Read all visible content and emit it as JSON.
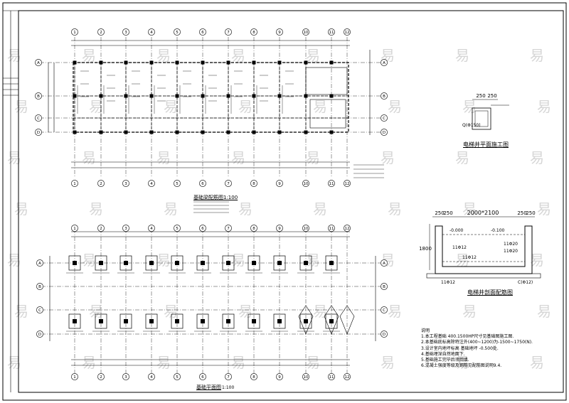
{
  "drawings": {
    "floor_plan": {
      "title": "基础梁配筋图1:100"
    },
    "foundation_plan": {
      "title": "基础平面图",
      "scale": "1:100"
    },
    "pit_plan": {
      "title": "电梯井平面施工图",
      "dims": [
        "250",
        "250"
      ],
      "labels": [
        "Q(Φ150)"
      ]
    },
    "pit_section": {
      "title": "电梯井剖面配筋图",
      "top_dims": [
        "250",
        "250",
        "2000*2100",
        "250",
        "250"
      ],
      "side_dims": [
        "1800"
      ],
      "labels": [
        "-0.000",
        "-0.100",
        "11Φ12",
        "11Φ20",
        "11Φ20",
        "11Φ12",
        "11Φ12",
        "C(Φ12)"
      ]
    }
  },
  "notes": {
    "heading": "说明",
    "lines": [
      "1.本工程基础 400.1500HP尺寸见基础图施工图.",
      "2.本基础底标高除特注外(400~1200)为-1500~1750(N).",
      "3.设计室内地坪标高 基础地坪 -0.500处.",
      "4.基础埋深自然地面下.",
      "5.基础施工完毕后须回填.",
      "6.混凝土强度等级及钢筋见配筋图说明9.4."
    ]
  },
  "axes": {
    "top_plan": [
      "1",
      "2",
      "3",
      "4",
      "5",
      "6",
      "7",
      "8",
      "9",
      "10",
      "11",
      "12"
    ],
    "bottom_plan": [
      "1",
      "2",
      "3",
      "4",
      "5",
      "6",
      "7",
      "8",
      "9",
      "10",
      "11",
      "12"
    ],
    "rows_top": [
      "A",
      "B",
      "C",
      "D"
    ],
    "rows_bottom": [
      "A",
      "B",
      "C",
      "D"
    ]
  },
  "watermark": {
    "glyph": "易"
  }
}
